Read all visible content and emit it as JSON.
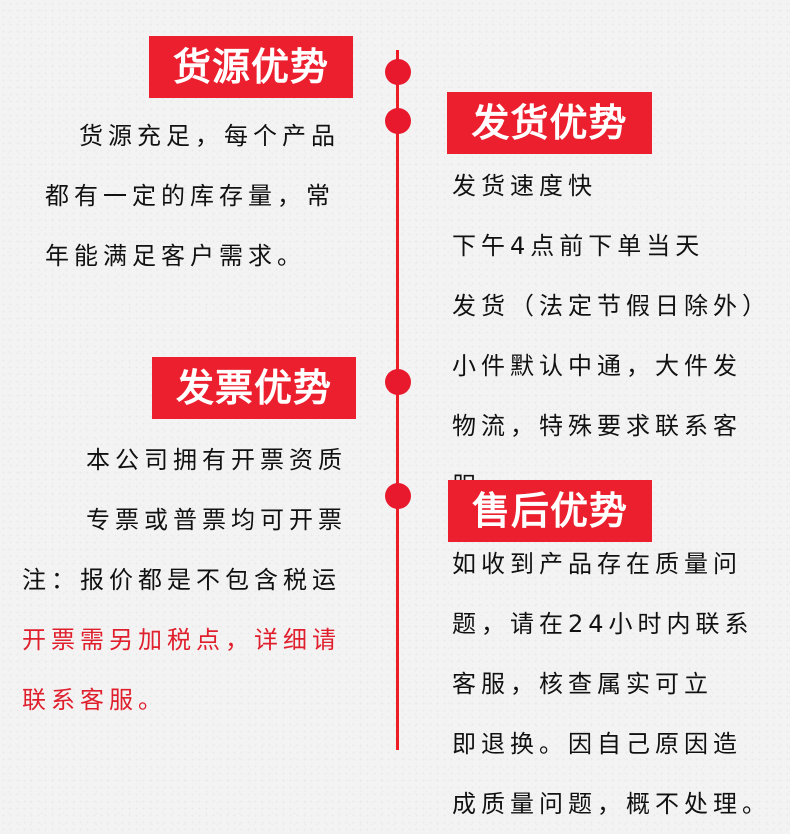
{
  "sections": {
    "source": {
      "title": "货源优势",
      "lines": [
        "货源充足，每个产品",
        "都有一定的库存量，常",
        "年能满足客户需求。"
      ]
    },
    "shipping": {
      "title": "发货优势",
      "lines": [
        "发货速度快",
        "下午4点前下单当天",
        "发货（法定节假日除外）",
        "小件默认中通，大件发",
        "物流，特殊要求联系客",
        "服。"
      ]
    },
    "invoice": {
      "title": "发票优势",
      "lines": [
        "本公司拥有开票资质",
        "专票或普票均可开票",
        "注：报价都是不包含税运"
      ],
      "red_lines": [
        "开票需另加税点，详细请",
        "联系客服。"
      ]
    },
    "aftersale": {
      "title": "售后优势",
      "lines": [
        "如收到产品存在质量问",
        "题，请在24小时内联系",
        "客服，核查属实可立",
        "即退换。因自己原因造",
        "成质量问题，概不处理。"
      ]
    }
  },
  "colors": {
    "accent": "#ec1f2e",
    "text": "#111111",
    "red_text": "#e01f2d"
  }
}
